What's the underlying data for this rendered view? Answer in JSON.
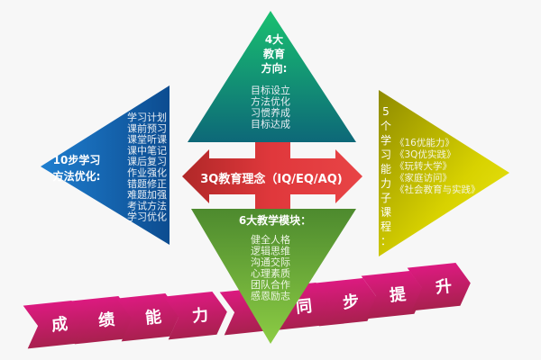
{
  "left_block": {
    "title_lines": [
      "10步学习",
      "方法优化:"
    ],
    "items": [
      "学习计划",
      "课前预习",
      "课堂听课",
      "课中笔记",
      "课后复习",
      "作业强化",
      "错题修正",
      "难题加强",
      "考试方法",
      "学习优化"
    ],
    "color": "#1565b0"
  },
  "top_block": {
    "title_lines": [
      "4大",
      "教育",
      "方向:"
    ],
    "items": [
      "目标设立",
      "方法优化",
      "习惯养成",
      "目标达成"
    ],
    "color": "#15a36a"
  },
  "right_block": {
    "title_chars": [
      "5",
      "个",
      "学",
      "习",
      "能",
      "力",
      "子",
      "课",
      "程",
      "："
    ],
    "items": [
      "《16优能力》",
      "《3Q优实践》",
      "《玩转大学》",
      "《家庭访问》",
      "《社会教育与实践》"
    ],
    "color": "#c8c200"
  },
  "bottom_block": {
    "title": "6大教学模块：",
    "items": [
      "健全人格",
      "逻辑思维",
      "沟通交际",
      "心理素质",
      "团队合作",
      "感恩励志"
    ],
    "color": "#7cc040"
  },
  "center": {
    "label": "3Q教育理念（IQ/EQ/AQ)",
    "color": "#d8343a"
  },
  "progress_band": {
    "chars": [
      "成",
      "绩",
      "能",
      "力",
      "",
      "同",
      "步",
      "提",
      "升"
    ],
    "color": "#c81a6e"
  }
}
